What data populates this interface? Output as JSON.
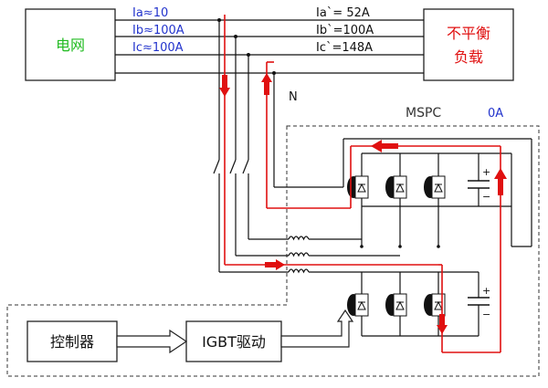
{
  "grid": {
    "label": "电网",
    "color": "#22bb22"
  },
  "load": {
    "label_line1": "不平衡",
    "label_line2": "负载",
    "color": "#e01010"
  },
  "source_currents": [
    "Ia≈10",
    "Ib≈100A",
    "Ic≈100A"
  ],
  "load_currents": [
    "Ia`= 52A",
    "Ib`=100A",
    "Ic`=148A"
  ],
  "neutral_label": "N",
  "mspc": {
    "label": "MSPC",
    "current": "0A"
  },
  "controller": {
    "label": "控制器"
  },
  "driver": {
    "label": "IGBT驱动"
  },
  "capacitor_polarity": {
    "plus": "+",
    "minus": "−"
  },
  "colors": {
    "wire": "#111111",
    "current_path": "#e01010",
    "label_blue": "#2233cc"
  }
}
